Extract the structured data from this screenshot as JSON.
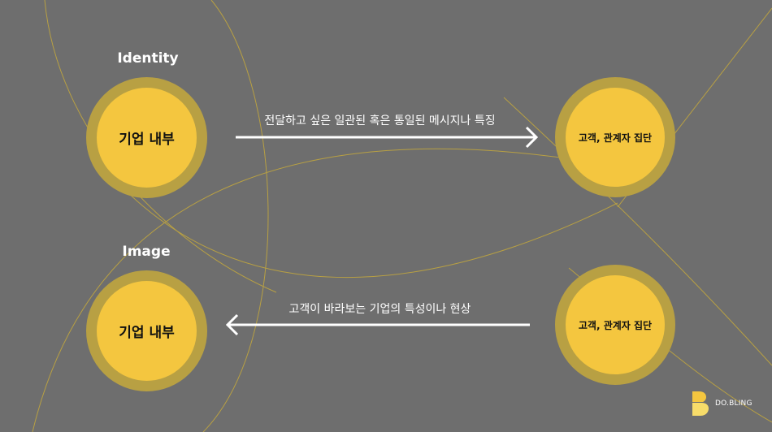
{
  "diagram": {
    "top_section_label": "Identity",
    "bottom_section_label": "Image",
    "top_left_circle": "기업 내부",
    "top_right_circle": "고객, 관계자 집단",
    "top_flow_label": "전달하고 싶은 일관된 혹은 통일된 메시지나 특징",
    "bottom_left_circle": "기업 내부",
    "bottom_right_circle": "고객, 관계자 집단",
    "bottom_flow_label": "고객이 바라보는 기업의 특성이나 현상"
  },
  "brand": {
    "name": "DO.BLING",
    "logo_icon": "b-letter-logo-icon"
  },
  "colors": {
    "background": "#6e6e6e",
    "circle_fill": "#f4c63f",
    "circle_ring": "#b8a043",
    "line": "#b8a043",
    "arrow": "#ffffff"
  }
}
